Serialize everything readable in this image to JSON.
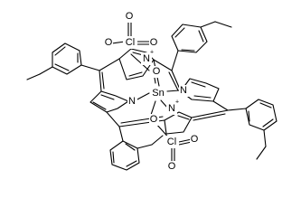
{
  "molecule": {
    "central_atom": "Sn",
    "pyrrole_n": "N",
    "cationic_n": "N",
    "charge_plus": "+",
    "ligand_o": "O",
    "chlorine": "Cl",
    "perchlorate_o": "O",
    "ring_substituent": "methyl (m-tolyl)"
  }
}
